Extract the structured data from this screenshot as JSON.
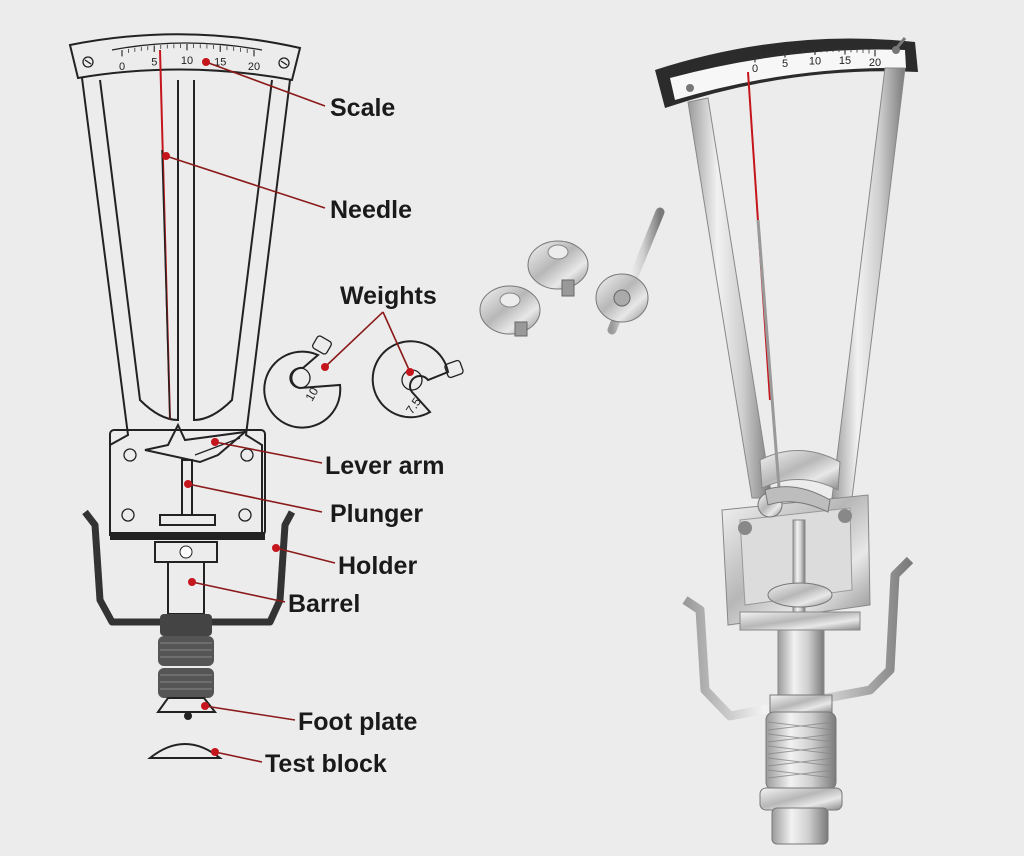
{
  "colors": {
    "background": "#ececec",
    "leader": "#8b1a1a",
    "needle": "#c4161c",
    "outline": "#222222"
  },
  "scale_ticks_diagram": [
    "0",
    "5",
    "10",
    "15",
    "20"
  ],
  "scale_ticks_photo": [
    "0",
    "5",
    "10",
    "15",
    "20"
  ],
  "weight_markings": [
    "10",
    "7.5"
  ],
  "labels": {
    "scale": "Scale",
    "needle": "Needle",
    "weights": "Weights",
    "lever_arm": "Lever arm",
    "plunger": "Plunger",
    "holder": "Holder",
    "barrel": "Barrel",
    "foot_plate": "Foot plate",
    "test_block": "Test block"
  },
  "icons": {
    "diagram": "tonometer-line-drawing",
    "photo": "tonometer-photo",
    "weights_photo": "weights-photo"
  }
}
